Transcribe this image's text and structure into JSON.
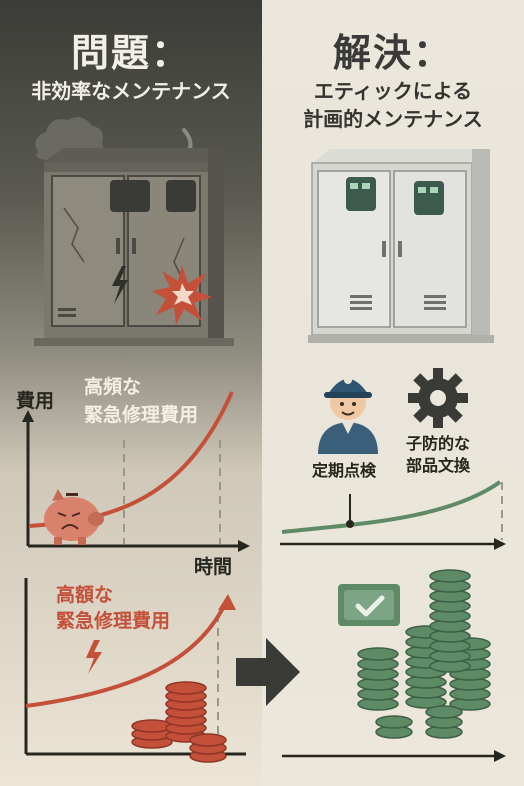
{
  "left": {
    "title": "問題：",
    "subtitle": "非効率なメンテナンス",
    "chart1": {
      "ylabel": "費用",
      "xlabel": "時間",
      "annotation_line1": "高頻な",
      "annotation_line2": "緊急修理費用"
    },
    "chart2": {
      "annotation_line1": "高額な",
      "annotation_line2": "緊急修理費用"
    }
  },
  "right": {
    "title": "解決：",
    "subtitle_line1": "エティックによる",
    "subtitle_line2": "計画的メンテナンス",
    "technician_label": "定期点検",
    "gear_label_line1": "子防的な",
    "gear_label_line2": "部品文換"
  },
  "colors": {
    "problem_red": "#c4503a",
    "solution_green": "#5e8a66",
    "dark_gray": "#3a3b36",
    "cream": "#ece6d8"
  }
}
